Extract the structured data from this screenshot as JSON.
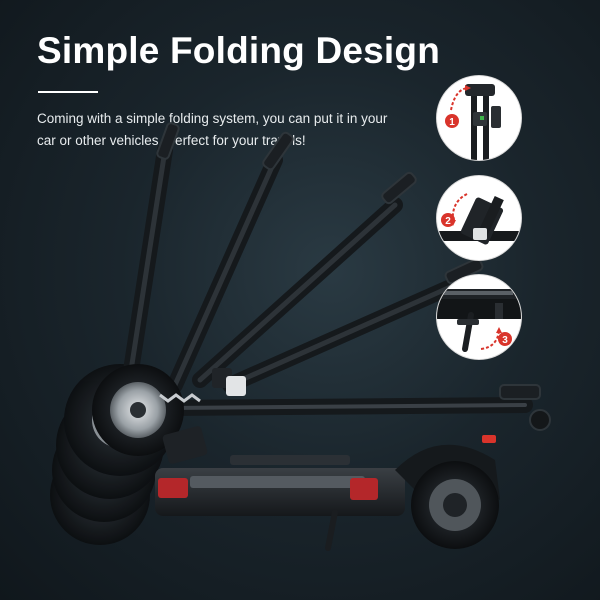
{
  "header": {
    "title": "Simple Folding Design",
    "description": "Coming with a simple folding system, you can put it in your car or other vehicles. Perfect for your travels!"
  },
  "details": [
    {
      "step": "1"
    },
    {
      "step": "2"
    },
    {
      "step": "3"
    }
  ],
  "colors": {
    "background": "#1a252c",
    "accent_red": "#d9342b",
    "text": "#ffffff"
  }
}
